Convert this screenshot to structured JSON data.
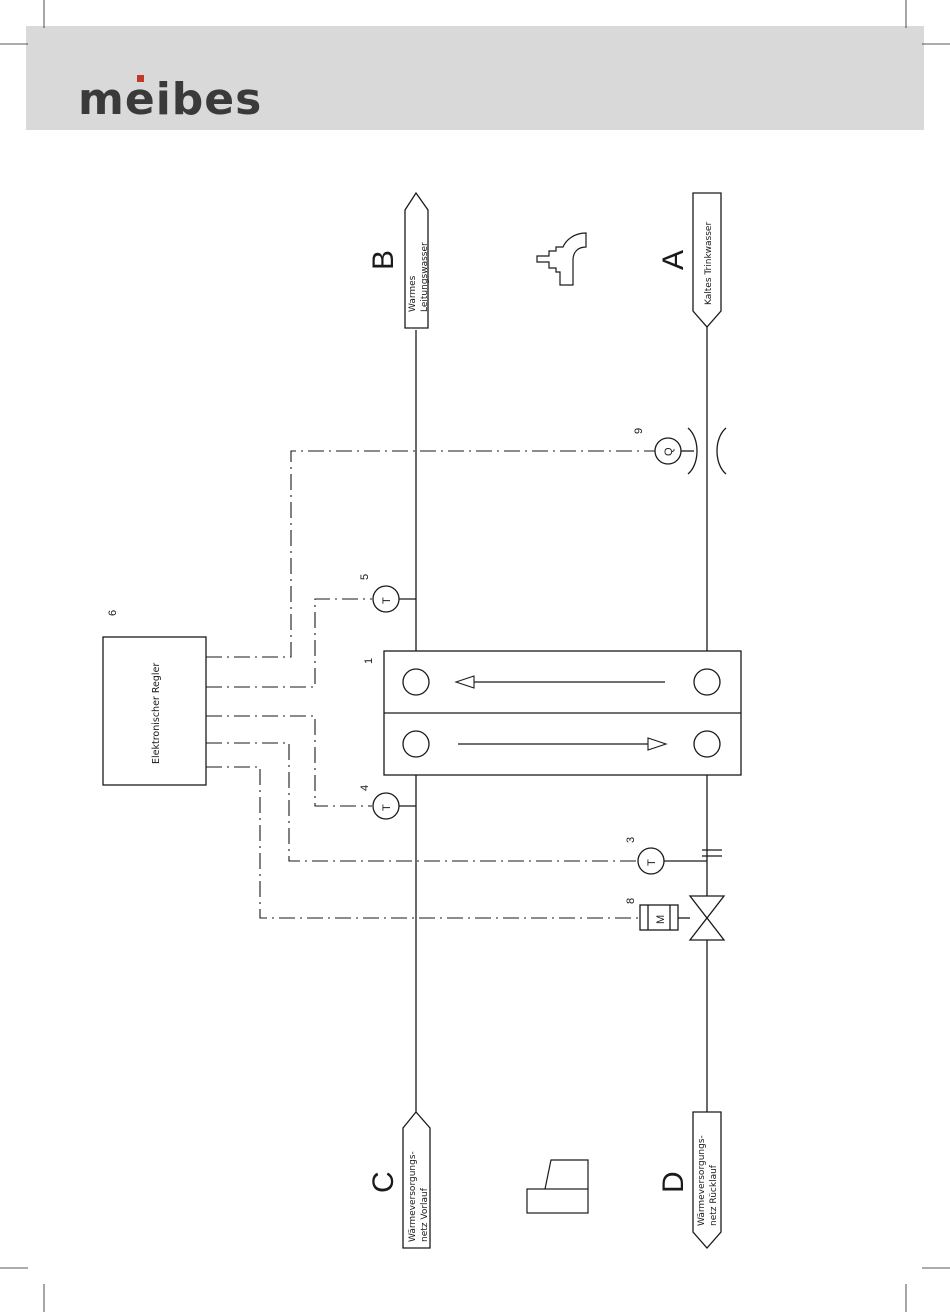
{
  "brand": {
    "logo_text": "meibes",
    "logo_color": "#3a3a3a",
    "accent": "#c0392b",
    "header_color": "#d9d9d9"
  },
  "ports": {
    "A": {
      "letter": "A",
      "line1": "Kaltes Trinkwasser",
      "line2": ""
    },
    "B": {
      "letter": "B",
      "line1": "Warmes",
      "line2": "Leitungswasser"
    },
    "C": {
      "letter": "C",
      "line1": "Wärmeversorgungs-",
      "line2": "netz Vorlauf"
    },
    "D": {
      "letter": "D",
      "line1": "Wärmeversorgungs-",
      "line2": "netz Rücklauf"
    }
  },
  "controller": {
    "label": "Elektronischer Regler",
    "number": "6"
  },
  "heat_exchanger": {
    "number": "1"
  },
  "components": {
    "sensor_3": {
      "number": "3",
      "symbol": "T"
    },
    "sensor_4": {
      "number": "4",
      "symbol": "T"
    },
    "sensor_5": {
      "number": "5",
      "symbol": "T"
    },
    "flow_9": {
      "number": "9",
      "symbol": "Q"
    },
    "valve_8": {
      "number": "8",
      "symbol": "M"
    }
  },
  "icons": [
    "tap-icon",
    "heat-exchanger-block-icon"
  ]
}
